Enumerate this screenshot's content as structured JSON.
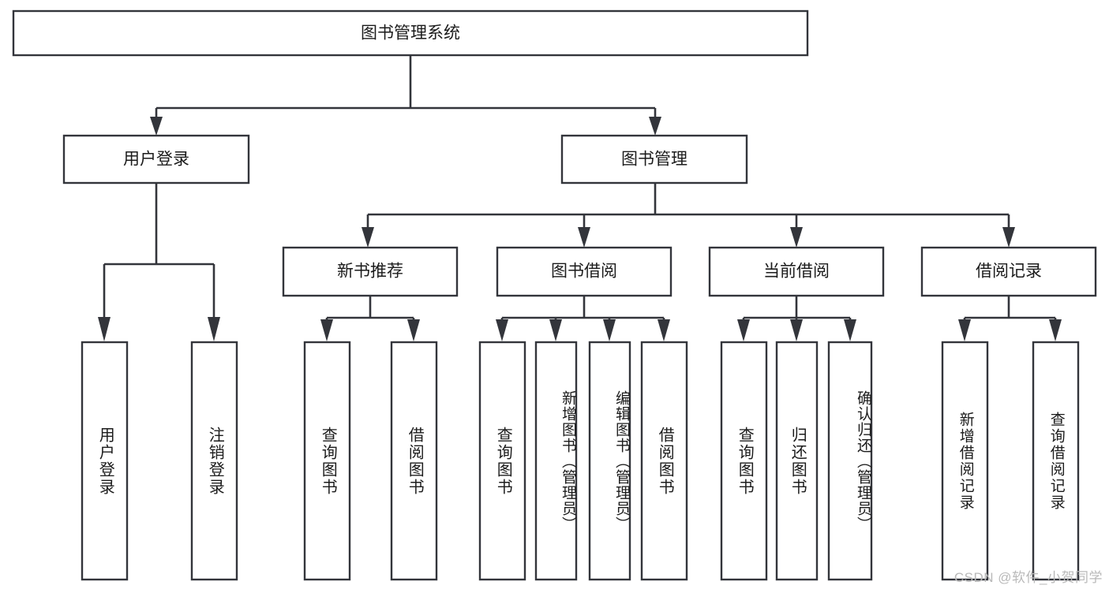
{
  "diagram": {
    "title": "图书管理系统",
    "type": "tree",
    "watermark": "CSDN @软件_小贺同学",
    "colors": {
      "box_stroke": "#33353b",
      "box_fill": "#ffffff",
      "connector": "#33353b",
      "text": "#1b1b1b",
      "watermark": "#b9b9b9",
      "background": "#ffffff"
    },
    "root": {
      "label": "图书管理系统"
    },
    "level1": [
      {
        "label": "用户登录"
      },
      {
        "label": "图书管理"
      }
    ],
    "level2": [
      {
        "label": "新书推荐"
      },
      {
        "label": "图书借阅"
      },
      {
        "label": "当前借阅"
      },
      {
        "label": "借阅记录"
      }
    ],
    "leaves": {
      "user_login": [
        {
          "label": "用户登录"
        },
        {
          "label": "注销登录"
        }
      ],
      "new_book_recommend": [
        {
          "label": "查询图书"
        },
        {
          "label": "借阅图书"
        }
      ],
      "book_borrow": [
        {
          "label": "查询图书"
        },
        {
          "label": "新增图书（管理员）"
        },
        {
          "label": "编辑图书（管理员）"
        },
        {
          "label": "借阅图书"
        }
      ],
      "current_borrow": [
        {
          "label": "查询图书"
        },
        {
          "label": "归还图书"
        },
        {
          "label": "确认归还（管理员）"
        }
      ],
      "borrow_record": [
        {
          "label": "新增借阅记录"
        },
        {
          "label": "查询借阅记录"
        }
      ]
    }
  }
}
